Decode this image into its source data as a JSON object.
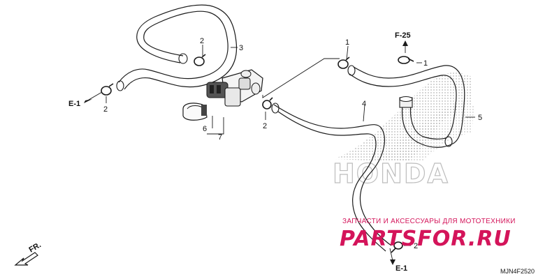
{
  "labels": {
    "part_1a": "1",
    "part_1b": "1",
    "part_2a": "2",
    "part_2b": "2",
    "part_2c": "2",
    "part_2d": "2",
    "part_3": "3",
    "part_4": "4",
    "part_5": "5",
    "part_6": "6",
    "part_7": "7"
  },
  "refs": {
    "f25": "F-25",
    "e1_left": "E-1",
    "e1_bottom": "E-1"
  },
  "direction": "FR.",
  "diagram_code": "MJN4F2520",
  "watermark": {
    "brand": "HONDA",
    "tagline": "ЗАПЧАСТИ И АКСЕССУАРЫ ДЛЯ МОТОТЕХНИКИ",
    "site": "PARTSFOR.RU"
  },
  "colors": {
    "line": "#1a1a1a",
    "watermark_red": "#d4145a",
    "watermark_gray": "#bdbdbd"
  }
}
